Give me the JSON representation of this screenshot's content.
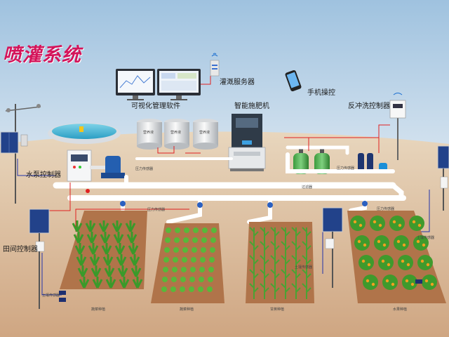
{
  "title": "喷灌系统",
  "labels": {
    "visual_software": "可视化管理软件",
    "irrigation_server": "灌溉服务器",
    "phone_control": "手机操控",
    "fertilizer_machine": "智能施肥机",
    "backflush_controller": "反冲洗控制器",
    "pump_controller": "水泵控制器",
    "field_controller": "田间控制器",
    "pressure_sensor": "压力传感器",
    "filter": "过滤器",
    "tank_label": "营养液",
    "soil_sensor": "土壤传感器"
  },
  "fields": [
    "蔬菜种植",
    "蔬菜种植",
    "甘蔗种植",
    "水果种植"
  ],
  "colors": {
    "title": "#d4145a",
    "pipe": "#ffffff",
    "signal_wire": "#e02020",
    "data_wire": "#2233aa",
    "soil": "#b0744a",
    "plant": "#3a9a2a",
    "fruit": "#f2a020",
    "sky": "#9fc2df"
  }
}
